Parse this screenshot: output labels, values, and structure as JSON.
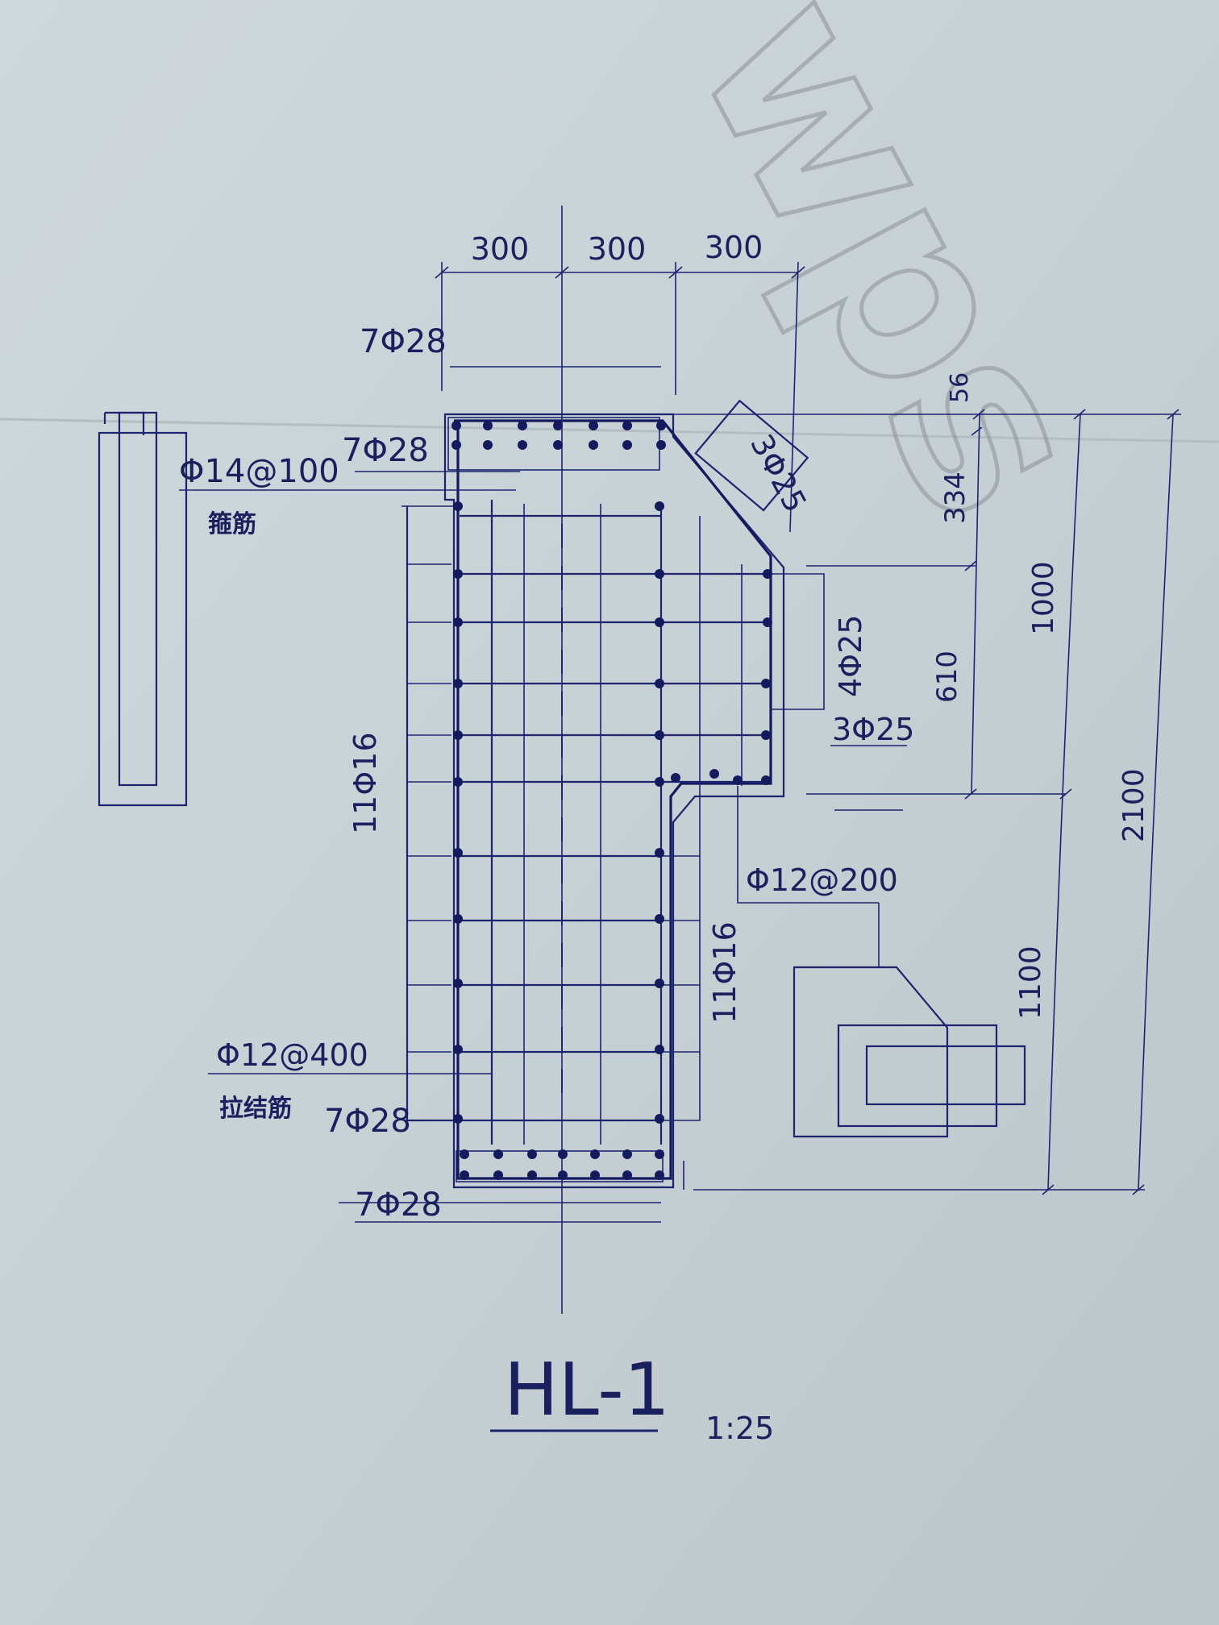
{
  "watermark": {
    "text": "wps",
    "color": "#8a9196"
  },
  "colors": {
    "ink": "#1c2470",
    "paper": "#c9d3d7"
  },
  "drawing": {
    "title": "HL-1",
    "scale": "1:25",
    "dims_top": [
      "300",
      "300",
      "300"
    ],
    "dims_right": [
      "56",
      "334",
      "610",
      "1000",
      "2100",
      "1100"
    ],
    "labels": {
      "top_bars_1": "7Φ28",
      "top_bars_2": "7Φ28",
      "stirrup_spec": "Φ14@100",
      "stirrup_name": "箍筋",
      "chamfer_bars": "3Φ25",
      "side_bars_4": "4Φ25",
      "side_bars_3": "3Φ25",
      "side_left": "11Φ16",
      "side_right": "11Φ16",
      "tie_right": "Φ12@200",
      "tie_left": "Φ12@400",
      "tie_name": "拉结筋",
      "bottom_bars_1": "7Φ28",
      "bottom_bars_2": "7Φ28"
    }
  }
}
